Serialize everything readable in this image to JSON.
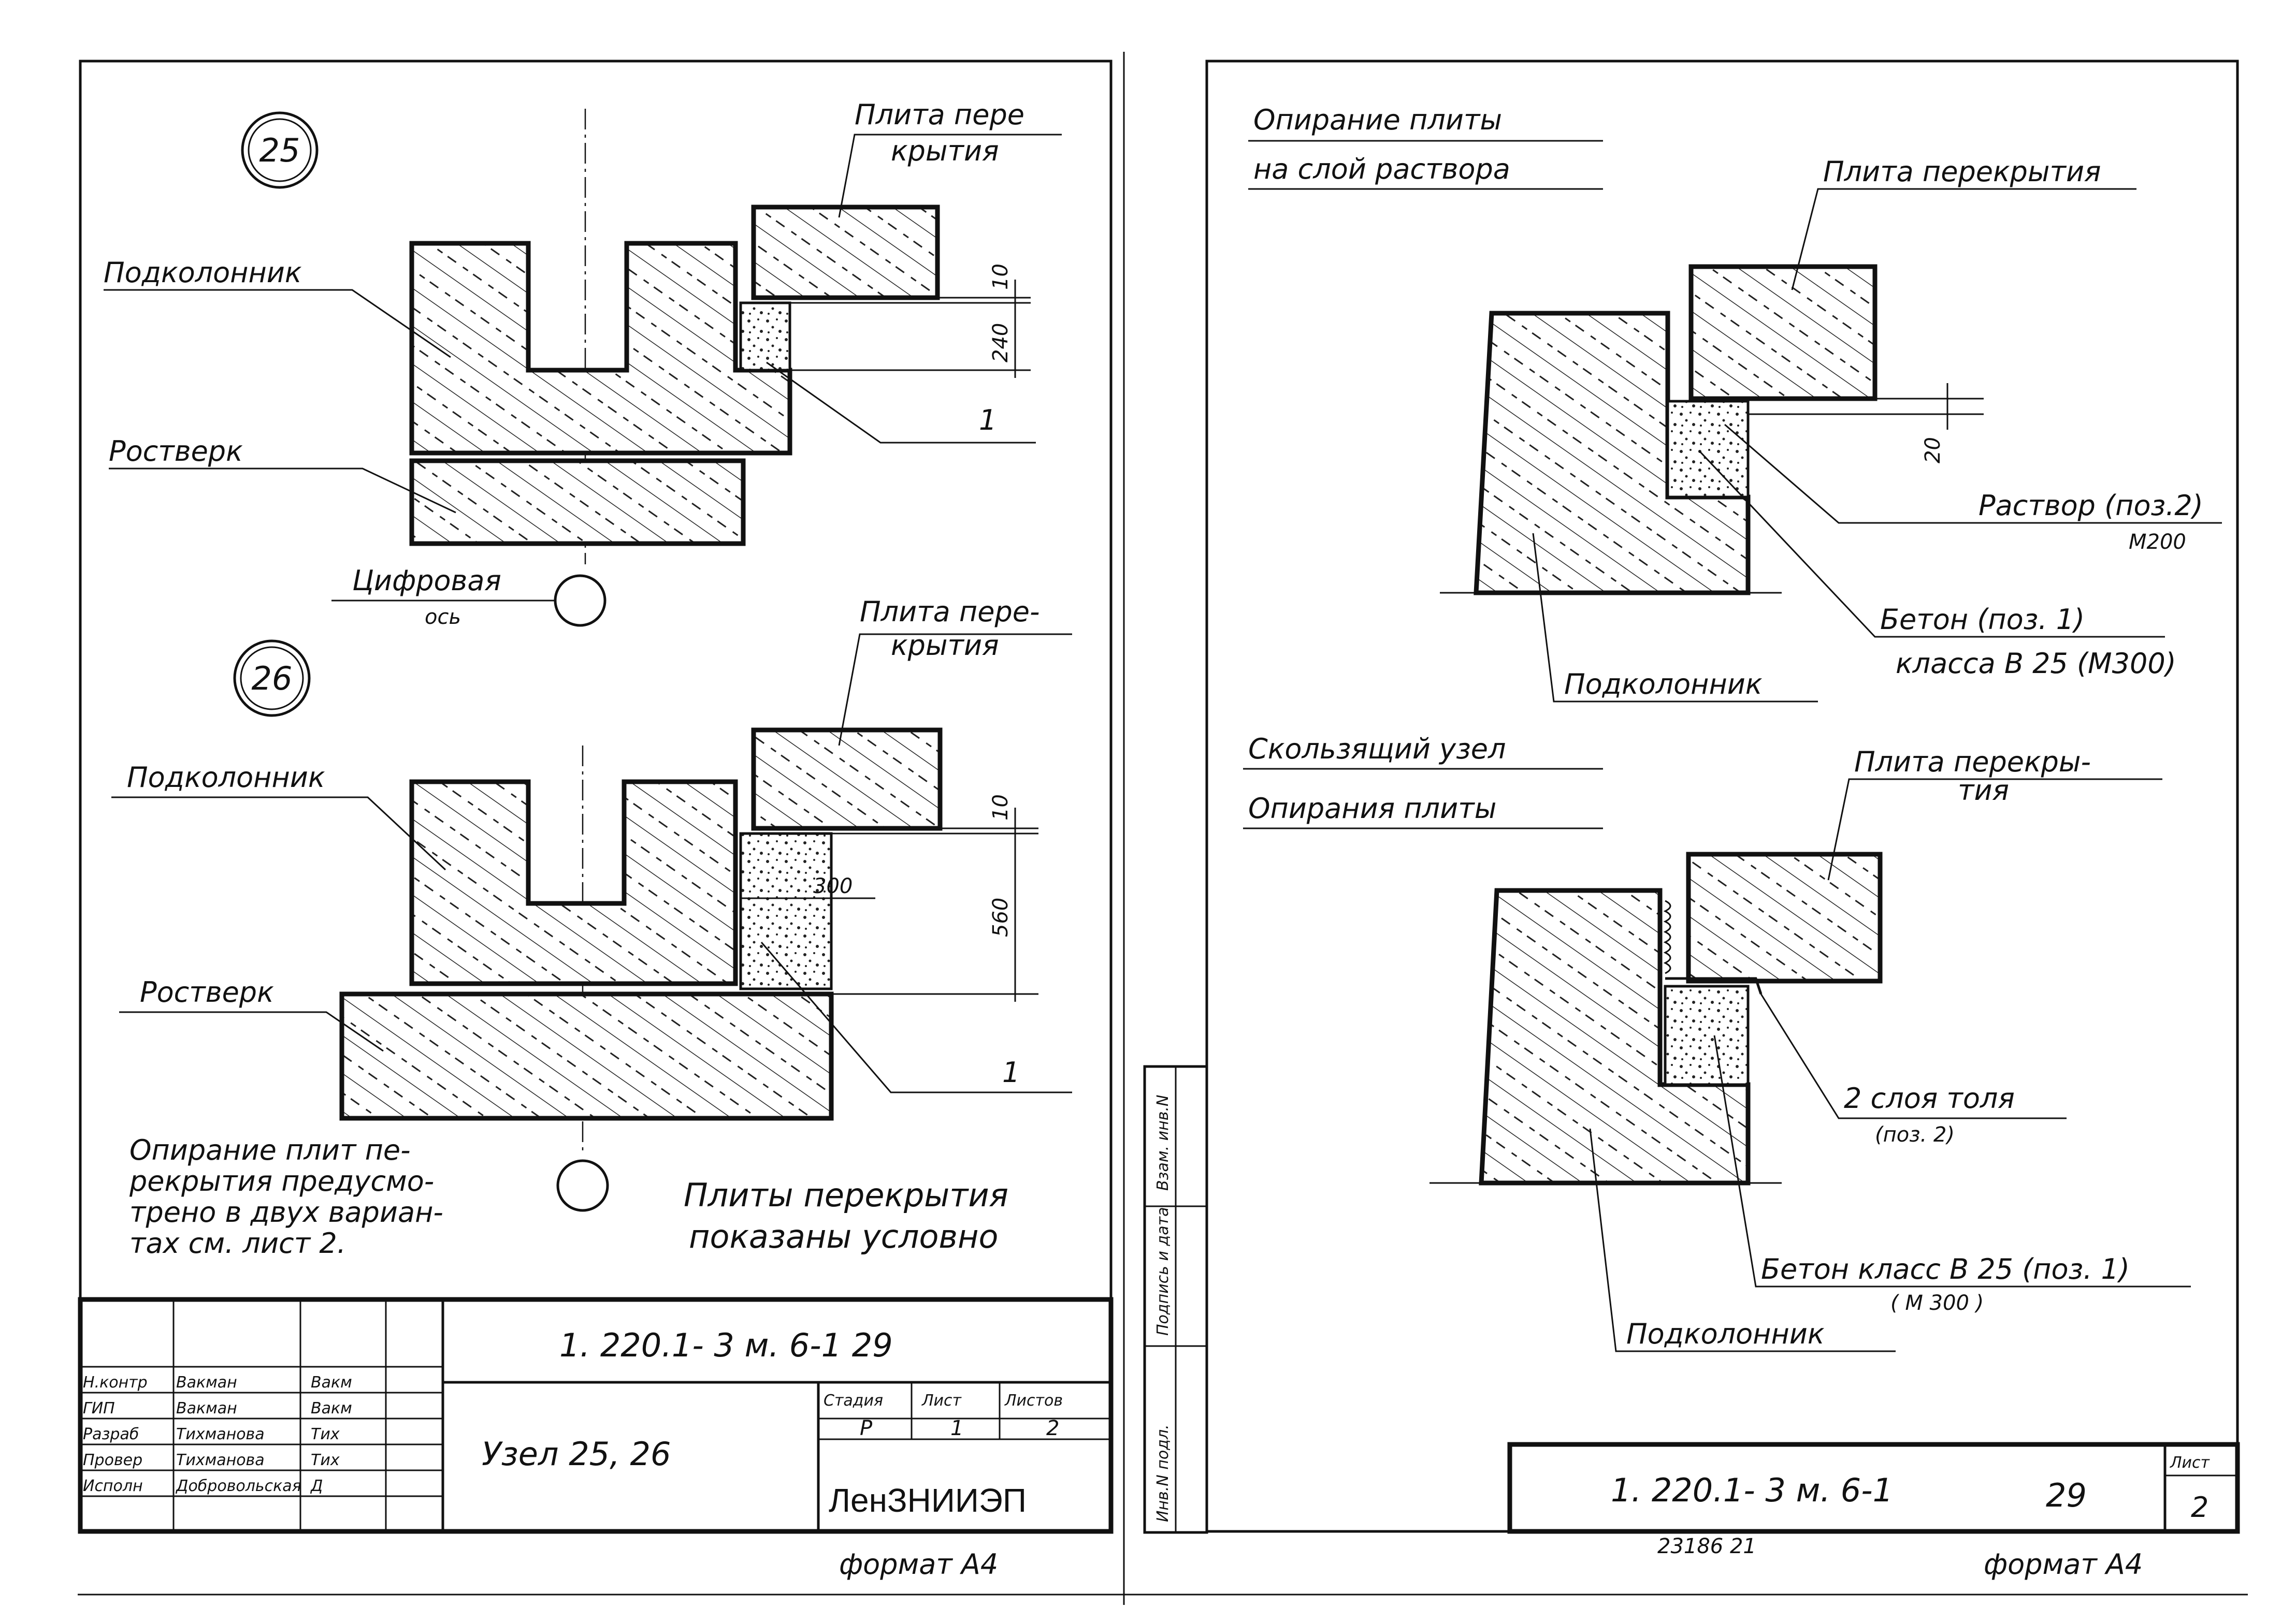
{
  "left_sheet": {
    "node_25": {
      "number": "25",
      "labels": {
        "podkolonnik": "Подколонник",
        "rostverk": "Ростверк",
        "plita": "Плита пере",
        "plita_2": "крытия",
        "pos": "1",
        "axis_1": "Цифровая",
        "axis_2": "ось"
      },
      "dims": {
        "gap": "10",
        "height": "240"
      }
    },
    "node_26": {
      "number": "26",
      "labels": {
        "podkolonnik": "Подколонник",
        "rostverk": "Ростверк",
        "plita": "Плита пере-",
        "plita_2": "крытия",
        "pos": "1",
        "width": "300"
      },
      "dims": {
        "gap": "10",
        "height": "560"
      }
    },
    "notes": {
      "left": [
        "Опирание плит пе-",
        "рекрытия предусмо-",
        "трено в двух вариан-",
        "тах см. лист 2."
      ],
      "right": [
        "Плиты перекрытия",
        "показаны условно"
      ]
    },
    "title_block": {
      "code": "1. 220.1- 3 м. 6-1    29",
      "title": "Узел 25, 26",
      "org": "ЛенЗНИИЭП",
      "rows": [
        {
          "role": "Н.контр",
          "name": "Вакман",
          "sign": "Вакм"
        },
        {
          "role": "ГИП",
          "name": "Вакман",
          "sign": "Вакм"
        },
        {
          "role": "Разраб",
          "name": "Тихманова",
          "sign": "Тих"
        },
        {
          "role": "Провер",
          "name": "Тихманова",
          "sign": "Тих"
        },
        {
          "role": "Исполн",
          "name": "Добровольская",
          "sign": "Д"
        }
      ],
      "stage_head": "Стадия",
      "sheet_head": "Лист",
      "sheets_head": "Листов",
      "stage": "Р",
      "sheet": "1",
      "sheets": "2"
    },
    "format": "формат А4"
  },
  "right_sheet": {
    "detail_1": {
      "title_1": "Опирание плиты",
      "title_2": "на слой раствора",
      "plita": "Плита перекрытия",
      "mortar_1": "Раствор (поз.2)",
      "mortar_2": "М200",
      "concrete_1": "Бетон (поз. 1)",
      "concrete_2": "класса В 25 (М300)",
      "podkolonnik": "Подколонник",
      "dim": "20"
    },
    "detail_2": {
      "title_1": "Скользящий узел",
      "title_2": "Опирания плиты",
      "plita_1": "Плита перекры-",
      "plita_2": "тия",
      "layers_1": "2 слоя толя",
      "layers_2": "(поз. 2)",
      "concrete_1": "Бетон класс В 25 (поз. 1)",
      "concrete_2": "( М 300 )",
      "podkolonnik": "Подколонник"
    },
    "side_stamp": [
      "Инв.N подл.",
      "Подпись и дата",
      "Взам. инв.N"
    ],
    "title_block": {
      "code": "1. 220.1- 3 м. 6-1",
      "num": "29",
      "sheet_head": "Лист",
      "sheet": "2"
    },
    "bottom_code": "23186   21",
    "format": "формат А4"
  }
}
